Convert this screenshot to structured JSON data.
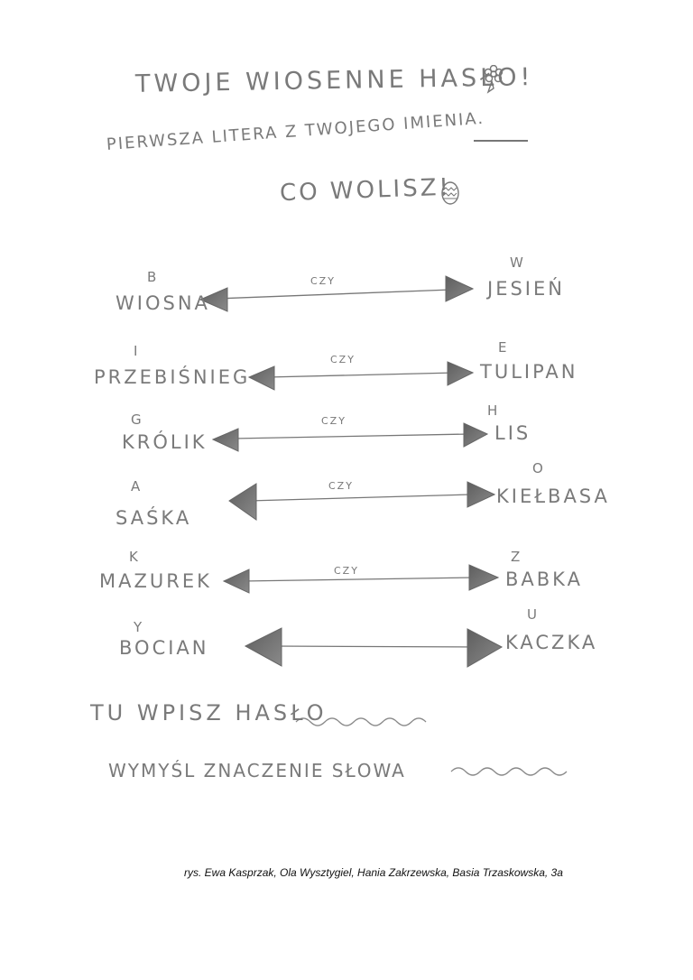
{
  "header": {
    "title": "TWOJE WIOSENNE HASŁO!",
    "subtitle": "PIERWSZA LITERA Z TWOJEGO IMIENIA.",
    "prompt": "CO WOLISZ!"
  },
  "pairs": [
    {
      "left_word": "WIOSNA",
      "left_letter": "B",
      "connector": "CZY",
      "right_word": "JESIEŃ",
      "right_letter": "W"
    },
    {
      "left_word": "PRZEBIŚNIEG",
      "left_letter": "I",
      "connector": "CZY",
      "right_word": "TULIPAN",
      "right_letter": "E"
    },
    {
      "left_word": "KRÓLIK",
      "left_letter": "G",
      "connector": "CZY",
      "right_word": "LIS",
      "right_letter": "H"
    },
    {
      "left_word": "SAŚKA",
      "left_letter": "A",
      "connector": "CZY",
      "right_word": "KIEŁBASA",
      "right_letter": "O"
    },
    {
      "left_word": "MAZUREK",
      "left_letter": "K",
      "connector": "CZY",
      "right_word": "BABKA",
      "right_letter": "Z"
    },
    {
      "left_word": "BOCIAN",
      "left_letter": "Y",
      "connector": "",
      "right_word": "KACZKA",
      "right_letter": "U"
    }
  ],
  "footer": {
    "answer_label": "TU WPISZ HASŁO",
    "meaning_label": "WYMYŚL ZNACZENIE SŁOWA",
    "credit": "rys. Ewa Kasprzak, Ola Wysztygiel, Hania Zakrzewska, Basia Trzaskowska, 3a"
  },
  "icons": {
    "title_icon": "flower-icon",
    "prompt_icon": "easter-egg-icon"
  }
}
